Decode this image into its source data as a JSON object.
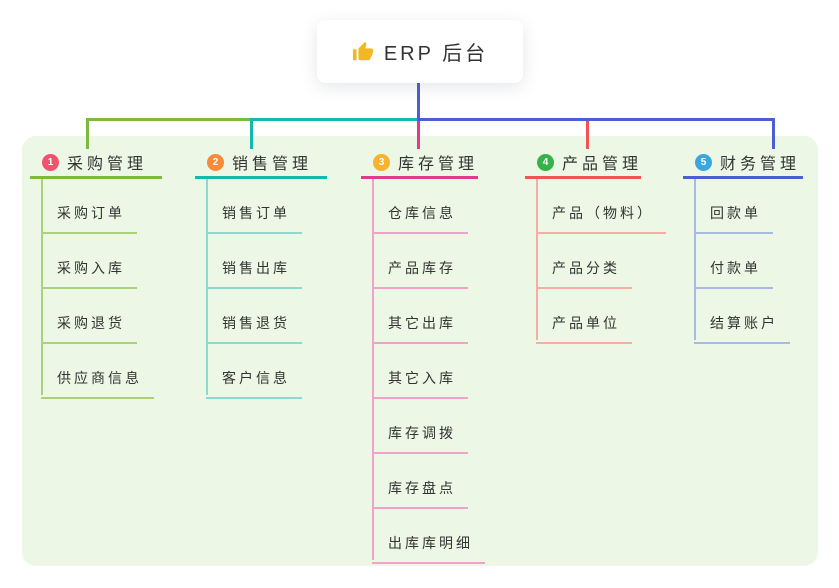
{
  "page": {
    "background": "#ffffff"
  },
  "root": {
    "label": "ERP 后台",
    "icon": "thumbs-up-icon",
    "icon_color": "#f2b822"
  },
  "panel": {
    "background": "#ecf7e6"
  },
  "branches": [
    {
      "badge": "1",
      "badge_color": "#f4516c",
      "label": "采购管理",
      "line_color": "#7cb93e",
      "child_line_color": "#a9d27a",
      "children": [
        "采购订单",
        "采购入库",
        "采购退货",
        "供应商信息"
      ]
    },
    {
      "badge": "2",
      "badge_color": "#f68b3c",
      "label": "销售管理",
      "line_color": "#14b8ac",
      "child_line_color": "#8fd8cf",
      "children": [
        "销售订单",
        "销售出库",
        "销售退货",
        "客户信息"
      ]
    },
    {
      "badge": "3",
      "badge_color": "#f7b32b",
      "label": "库存管理",
      "line_color": "#e23a8e",
      "child_line_color": "#f0a2ca",
      "children": [
        "仓库信息",
        "产品库存",
        "其它出库",
        "其它入库",
        "库存调拨",
        "库存盘点",
        "出库库明细"
      ]
    },
    {
      "badge": "4",
      "badge_color": "#35b34a",
      "label": "产品管理",
      "line_color": "#f25353",
      "child_line_color": "#f6ada4",
      "children": [
        "产品（物料）",
        "产品分类",
        "产品单位"
      ]
    },
    {
      "badge": "5",
      "badge_color": "#3aa7e0",
      "label": "财务管理",
      "line_color": "#4a5fd2",
      "child_line_color": "#a8b9e6",
      "children": [
        "回款单",
        "付款单",
        "结算账户"
      ]
    }
  ],
  "colors": {
    "badge_text": "#ffffff",
    "label_text": "#333333"
  }
}
